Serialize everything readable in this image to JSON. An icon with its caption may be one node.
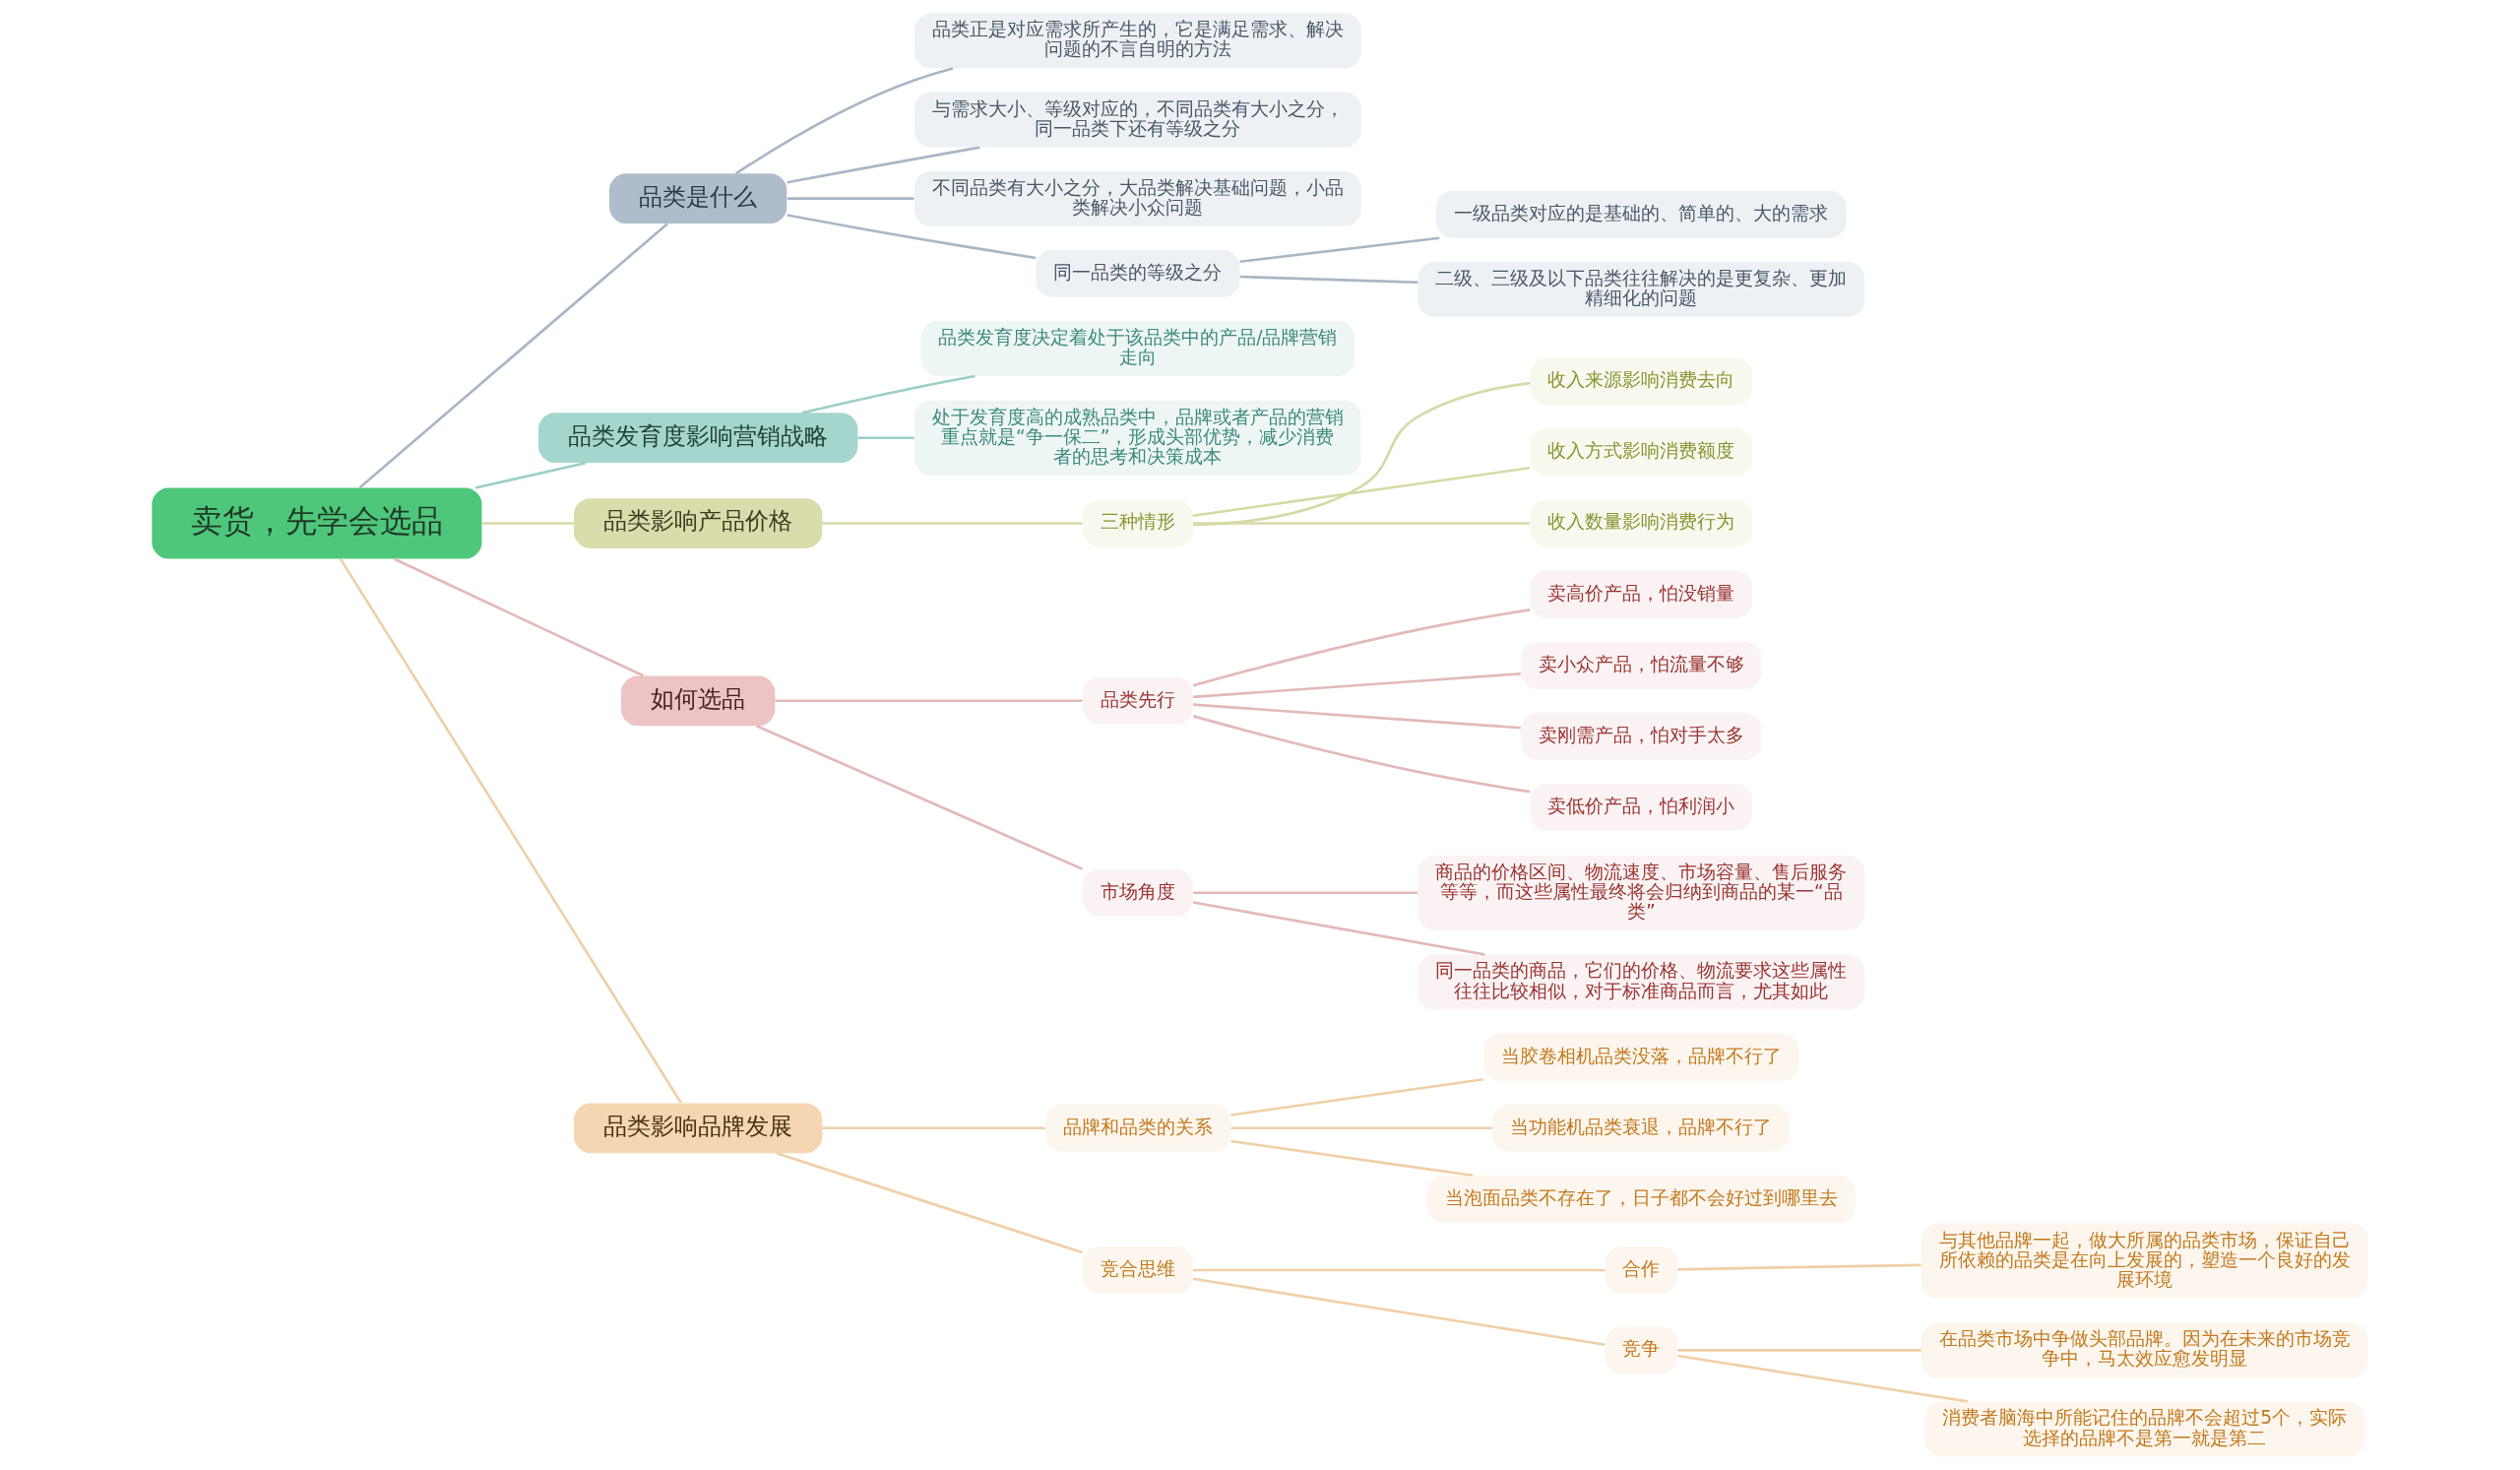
{
  "diagram": {
    "nodes": [
      {
        "text": [
          "卖货，先学会选品"
        ]
      },
      {
        "text": [
          "品类是什么"
        ]
      },
      {
        "text": [
          "品类正是对应需求所产生的，它是满足需求、解决问题的不言自明的方法"
        ]
      },
      {
        "text": [
          "与需求大小、等级对应的，不同品类有大小之分，同一品类下还有等级之分"
        ]
      },
      {
        "text": [
          "不同品类有大小之分，大品类解决基础问题，小品类解决小众问题"
        ]
      },
      {
        "text": [
          "同一品类的等级之分"
        ]
      },
      {
        "text": [
          "一级品类对应的是基础的、简单的、大的需求"
        ]
      },
      {
        "text": [
          "二级、三级及以下品类往往解决的是更复杂、更加精细化的问题"
        ]
      },
      {
        "text": [
          "品类发育度影响营销战略"
        ]
      },
      {
        "text": [
          "品类发育度决定着处于该品类中的产品/品牌营销走向"
        ]
      },
      {
        "text": [
          "处于发育度高的成熟品类中，品牌或者产品的营销重点就是“争一保二”，形成头部优势，减少消费者的思考和决策成本"
        ]
      },
      {
        "text": [
          "品类影响产品价格"
        ]
      },
      {
        "text": [
          "三种情形"
        ]
      },
      {
        "text": [
          "收入来源影响消费去向"
        ]
      },
      {
        "text": [
          "收入方式影响消费额度"
        ]
      },
      {
        "text": [
          "收入数量影响消费行为"
        ]
      },
      {
        "text": [
          "如何选品"
        ]
      },
      {
        "text": [
          "品类先行"
        ]
      },
      {
        "text": [
          "卖高价产品，怕没销量"
        ]
      },
      {
        "text": [
          "卖小众产品，怕流量不够"
        ]
      },
      {
        "text": [
          "卖刚需产品，怕对手太多"
        ]
      },
      {
        "text": [
          "卖低价产品，怕利润小"
        ]
      },
      {
        "text": [
          "市场角度"
        ]
      },
      {
        "text": [
          "商品的价格区间、物流速度、市场容量、售后服务等等，而这些属性最终将会归纳到商品的某一“品类”"
        ]
      },
      {
        "text": [
          "同一品类的商品，它们的价格、物流要求这些属性往往比较相似，对于标准商品而言，尤其如此"
        ]
      },
      {
        "text": [
          "品类影响品牌发展"
        ]
      },
      {
        "text": [
          "品牌和品类的关系"
        ]
      },
      {
        "text": [
          "当胶卷相机品类没落，品牌不行了"
        ]
      },
      {
        "text": [
          "当功能机品类衰退，品牌不行了"
        ]
      },
      {
        "text": [
          "当泡面品类不存在了，日子都不会好过到哪里去"
        ]
      },
      {
        "text": [
          "竞合思维"
        ]
      },
      {
        "text": [
          "合作"
        ]
      },
      {
        "text": [
          "与其他品牌一起，做大所属的品类市场，保证自己所依赖的品类是在向上发展的，塑造一个良好的发展环境"
        ]
      },
      {
        "text": [
          "竞争"
        ]
      },
      {
        "text": [
          "在品类市场中争做头部品牌。因为在未来的市场竞争中，马太效应愈发明显"
        ]
      },
      {
        "text": [
          "消费者脑海中所能记住的品牌不会超过5个，实际选择的品牌不是第一就是第二"
        ]
      }
    ],
    "edges": [
      {
        "from": 0,
        "to": 1,
        "arrow": "none",
        "color": "#a9b6c6"
      },
      {
        "from": 1,
        "to": 2,
        "arrow": "none",
        "color": "#a9b6c6"
      },
      {
        "from": 1,
        "to": 3,
        "arrow": "none",
        "color": "#a9b6c6"
      },
      {
        "from": 1,
        "to": 4,
        "arrow": "none",
        "color": "#a9b6c6"
      },
      {
        "from": 1,
        "to": 5,
        "arrow": "none",
        "color": "#a9b6c6"
      },
      {
        "from": 5,
        "to": 6,
        "arrow": "none",
        "color": "#a9b6c6"
      },
      {
        "from": 5,
        "to": 7,
        "arrow": "none",
        "color": "#a9b6c6"
      },
      {
        "from": 0,
        "to": 8,
        "arrow": "none",
        "color": "#9ccfc6"
      },
      {
        "from": 8,
        "to": 9,
        "arrow": "none",
        "color": "#9ccfc6"
      },
      {
        "from": 8,
        "to": 10,
        "arrow": "none",
        "color": "#9ccfc6"
      },
      {
        "from": 0,
        "to": 11,
        "arrow": "none",
        "color": "#d6d9a6"
      },
      {
        "from": 11,
        "to": 12,
        "arrow": "none",
        "color": "#d6d9a6"
      },
      {
        "from": 12,
        "to": 13,
        "arrow": "none",
        "color": "#d6d9a6"
      },
      {
        "from": 12,
        "to": 14,
        "arrow": "none",
        "color": "#d6d9a6"
      },
      {
        "from": 12,
        "to": 15,
        "arrow": "none",
        "color": "#d6d9a6"
      },
      {
        "from": 0,
        "to": 16,
        "arrow": "none",
        "color": "#e3b9b9"
      },
      {
        "from": 16,
        "to": 17,
        "arrow": "none",
        "color": "#e3b9b9"
      },
      {
        "from": 17,
        "to": 18,
        "arrow": "none",
        "color": "#e3b9b9"
      },
      {
        "from": 17,
        "to": 19,
        "arrow": "none",
        "color": "#e3b9b9"
      },
      {
        "from": 17,
        "to": 20,
        "arrow": "none",
        "color": "#e3b9b9"
      },
      {
        "from": 17,
        "to": 21,
        "arrow": "none",
        "color": "#e3b9b9"
      },
      {
        "from": 16,
        "to": 22,
        "arrow": "none",
        "color": "#e3b9b9"
      },
      {
        "from": 22,
        "to": 23,
        "arrow": "none",
        "color": "#e3b9b9"
      },
      {
        "from": 22,
        "to": 24,
        "arrow": "none",
        "color": "#e3b9b9"
      },
      {
        "from": 0,
        "to": 25,
        "arrow": "none",
        "color": "#f0cfa8"
      },
      {
        "from": 25,
        "to": 26,
        "arrow": "none",
        "color": "#f0cfa8"
      },
      {
        "from": 26,
        "to": 27,
        "arrow": "none",
        "color": "#f0cfa8"
      },
      {
        "from": 26,
        "to": 28,
        "arrow": "none",
        "color": "#f0cfa8"
      },
      {
        "from": 26,
        "to": 29,
        "arrow": "none",
        "color": "#f0cfa8"
      },
      {
        "from": 25,
        "to": 30,
        "arrow": "none",
        "color": "#f0cfa8"
      },
      {
        "from": 30,
        "to": 31,
        "arrow": "none",
        "color": "#f0cfa8"
      },
      {
        "from": 31,
        "to": 32,
        "arrow": "none",
        "color": "#f0cfa8"
      },
      {
        "from": 30,
        "to": 33,
        "arrow": "none",
        "color": "#f0cfa8"
      },
      {
        "from": 33,
        "to": 34,
        "arrow": "none",
        "color": "#f0cfa8"
      },
      {
        "from": 33,
        "to": 35,
        "arrow": "none",
        "color": "#f0cfa8"
      }
    ]
  }
}
